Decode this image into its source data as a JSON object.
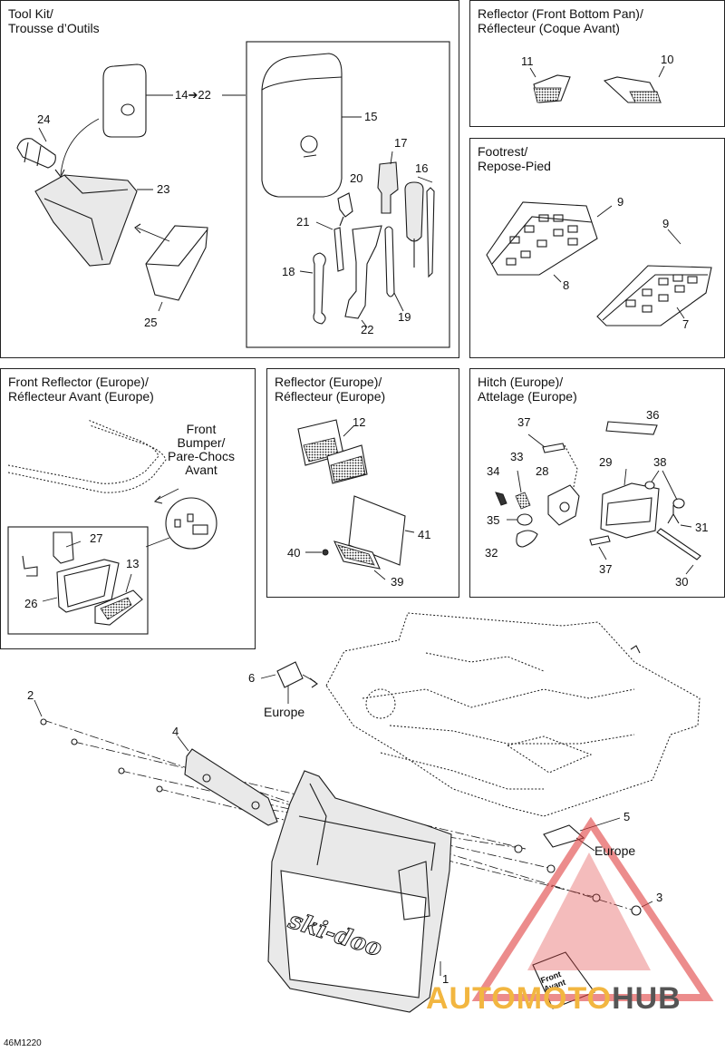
{
  "panels": {
    "tool_kit": {
      "title": "Tool Kit/\nTrousse d’Outils",
      "callouts": [
        "14➔22",
        "15",
        "16",
        "17",
        "18",
        "19",
        "20",
        "21",
        "22",
        "23",
        "24",
        "25"
      ]
    },
    "reflector_front": {
      "title": "Reflector (Front Bottom Pan)/\nRéflecteur (Coque Avant)",
      "callouts": [
        "11",
        "10"
      ]
    },
    "footrest": {
      "title": "Footrest/\nRepose-Pied",
      "callouts": [
        "9",
        "9",
        "8",
        "7"
      ]
    },
    "front_reflector_europe": {
      "title": "Front Reflector (Europe)/\nRéflecteur Avant (Europe)",
      "bumper_label": "Front\nBumper/\nPare-Chocs\nAvant",
      "callouts": [
        "27",
        "13",
        "26"
      ]
    },
    "reflector_europe": {
      "title": "Reflector (Europe)/\nRéflecteur (Europe)",
      "callouts": [
        "12",
        "41",
        "40",
        "39"
      ]
    },
    "hitch_europe": {
      "title": "Hitch (Europe)/\nAttelage (Europe)",
      "callouts": [
        "37",
        "36",
        "33",
        "34",
        "28",
        "29",
        "38",
        "35",
        "31",
        "32",
        "37",
        "30"
      ]
    }
  },
  "main": {
    "callouts": [
      "2",
      "4",
      "6",
      "5",
      "3",
      "1"
    ],
    "europe_label_top": "Europe",
    "europe_label_right": "Europe",
    "brand_logo_text": "ski-doo",
    "tag_text": "Front\nAvant"
  },
  "footer": {
    "reference": "46M1220"
  },
  "watermark": {
    "text_part1": "AUTOMOTO",
    "text_part2": "HUB",
    "colors": {
      "accent": "#f2b640",
      "triangle": "#e04040",
      "dark": "#555555"
    }
  }
}
